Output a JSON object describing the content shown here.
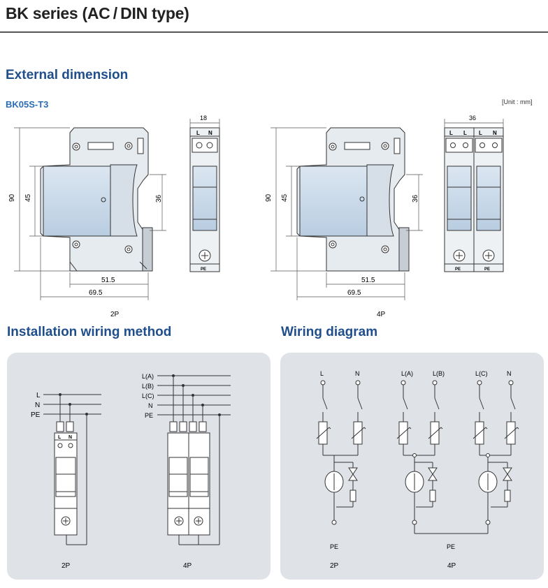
{
  "header": {
    "title": "BK series (AC / DIN type)"
  },
  "external_dimension": {
    "heading": "External dimension",
    "model": "BK05S-T3",
    "unit": "[Unit : mm]",
    "p2": {
      "height_90": "90",
      "height_45": "45",
      "depth_36": "36",
      "width_18": "18",
      "depth_51_5": "51.5",
      "depth_69_5": "69.5",
      "caption": "2P",
      "terminal_l": "L",
      "terminal_n": "N",
      "pe": "PE"
    },
    "p4": {
      "height_90": "90",
      "height_45": "45",
      "depth_36": "36",
      "width_36": "36",
      "depth_51_5": "51.5",
      "depth_69_5": "69.5",
      "caption": "4P",
      "terminal_l": "L",
      "terminal_n": "N",
      "pe": "PE"
    }
  },
  "installation": {
    "heading": "Installation wiring method",
    "p2": {
      "lines": [
        "L",
        "N",
        "PE"
      ],
      "terminal_l": "L",
      "terminal_n": "N",
      "caption": "2P"
    },
    "p4": {
      "lines": [
        "L(A)",
        "L(B)",
        "L(C)",
        "N",
        "PE"
      ],
      "caption": "4P"
    }
  },
  "wiring": {
    "heading": "Wiring diagram",
    "p2": {
      "terminals": [
        "L",
        "N"
      ],
      "pe": "PE",
      "caption": "2P"
    },
    "p4": {
      "terminals": [
        "L(A)",
        "L(B)",
        "L(C)",
        "N"
      ],
      "pe": "PE",
      "caption": "4P"
    }
  },
  "colors": {
    "heading_blue": "#1f4e8c",
    "model_blue": "#2a6db5",
    "module_fill": "#c9d8e8",
    "panel_bg": "#dfe3e8"
  }
}
